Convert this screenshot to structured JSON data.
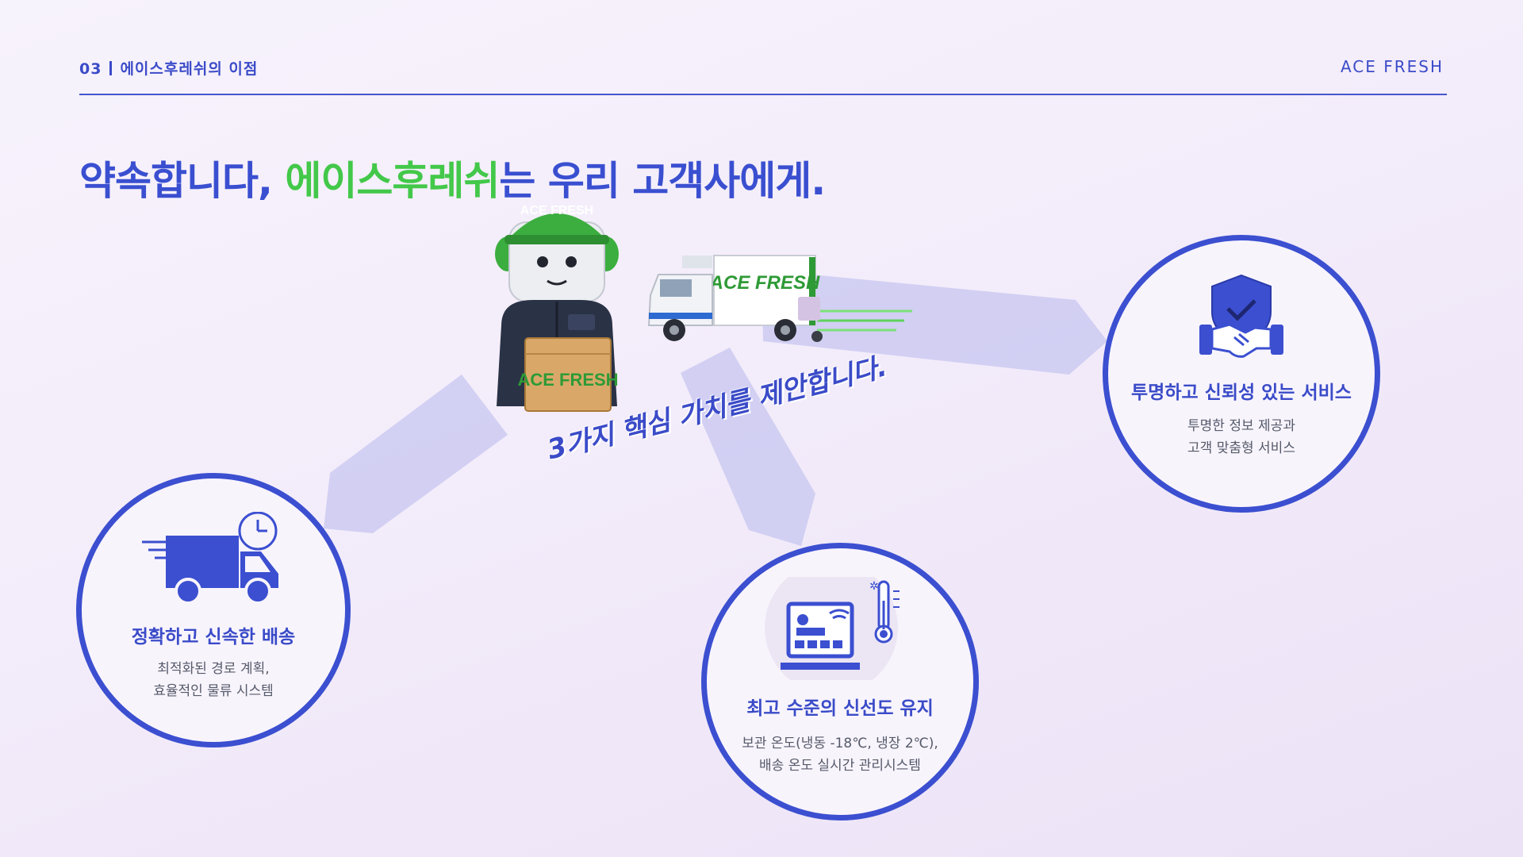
{
  "header": {
    "section_number": "03",
    "section_title": "에이스후레쉬의 이점",
    "brand": "ACE FRESH"
  },
  "headline": {
    "prefix": "약속합니다, ",
    "brand_name": "에이스후레쉬",
    "suffix": "는 우리 고객사에게."
  },
  "tagline": "3가지 핵심 가치를 제안합니다.",
  "illustration": {
    "mascot_cap_text": "ACE FRESH",
    "box_text": "ACE FRESH",
    "truck_text": "ACE FRESH"
  },
  "values": [
    {
      "icon": "delivery-truck-clock-icon",
      "title": "정확하고 신속한 배송",
      "desc_line1": "최적화된 경로 계획,",
      "desc_line2": "효율적인 물류 시스템"
    },
    {
      "icon": "temperature-monitor-icon",
      "title": "최고 수준의 신선도 유지",
      "desc_line1": "보관 온도(냉동 -18℃, 냉장 2℃),",
      "desc_line2": "배송 온도 실시간 관리시스템"
    },
    {
      "icon": "shield-handshake-icon",
      "title": "투명하고 신뢰성 있는 서비스",
      "desc_line1": "투명한 정보 제공과",
      "desc_line2": "고객 맞춤형 서비스"
    }
  ],
  "colors": {
    "primary_blue": "#3b4fd0",
    "brand_green": "#43c84a",
    "arrow_lavender": "#c9c9f0"
  }
}
